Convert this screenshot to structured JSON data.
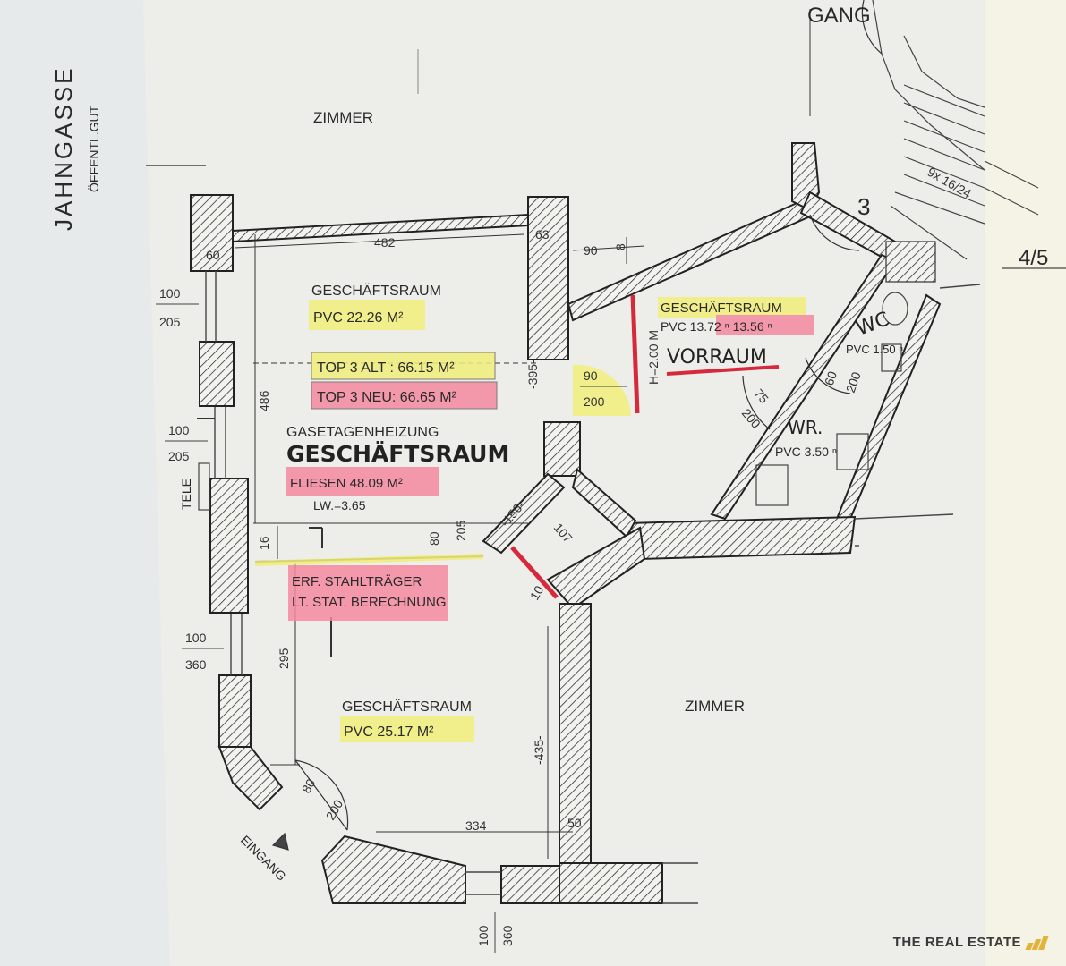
{
  "street": {
    "name": "JAHNGASSE",
    "note": "ÖFFENTL.GUT"
  },
  "rooms": {
    "zimmer_top": "ZIMMER",
    "gang": "GANG",
    "zimmer_right": "ZIMMER",
    "stair_number": "3",
    "level": "4/5",
    "stair_dims": "9x 16/24",
    "room1": {
      "name": "GESCHÄFTSRAUM",
      "floor": "PVC 22.26 M²"
    },
    "top_alt": "TOP 3 ALT : 66.15 M²",
    "top_neu": "TOP 3 NEU: 66.65 M²",
    "heating": "GASETAGENHEIZUNG",
    "room2": {
      "name": "GESCHÄFTSRAUM",
      "floor": "FLIESEN 48.09 M²",
      "lw": "LW.=3.65"
    },
    "room3": {
      "name": "GESCHÄFTSRAUM",
      "floor": "PVC 25.17 M²"
    },
    "room4": {
      "name": "GESCHÄFTSRAUM",
      "floor": "PVC 13.72 ⁿ 13.56 ⁿ",
      "renamed": "VORRAUM",
      "height": "H=2.00 M"
    },
    "wc": {
      "name": "WC",
      "floor": "PVC 1.50 ⁿ"
    },
    "wr": {
      "name": "WR.",
      "floor": "PVC 3.50 ⁿ"
    },
    "steel": {
      "line1": "ERF. STAHLTRÄGER",
      "line2": "LT. STAT. BERECHNUNG"
    },
    "tele": "TELE",
    "eingang": "EINGANG"
  },
  "dimensions": {
    "w482": "482",
    "d60a": "60",
    "d63": "63",
    "d90": "90",
    "d8": "8",
    "win1_top": "100",
    "win1_bot": "205",
    "win2_top": "100",
    "win2_bot": "205",
    "win3_top": "100",
    "win3_bot": "360",
    "win4_top": "100",
    "win4_bot": "360",
    "h486": "486",
    "h395": "-395-",
    "door_top": "90",
    "door_bot": "200",
    "d156": "-156-",
    "d16": "16",
    "d80": "80",
    "d205": "205",
    "d107": "107",
    "d10": "10",
    "h295": "295",
    "h435": "-435-",
    "d334": "334",
    "d50": "50",
    "door2_top": "80",
    "door2_bot": "200",
    "d75": "75",
    "d200": "200",
    "wc_d1": "60",
    "wc_d2": "200"
  },
  "colors": {
    "yellow": "#f1ef7a",
    "pink": "#f58aa0",
    "red": "#d62a3c",
    "wall": "#3b3b3b",
    "paper": "#ededea"
  },
  "brand": "THE REAL ESTATE"
}
